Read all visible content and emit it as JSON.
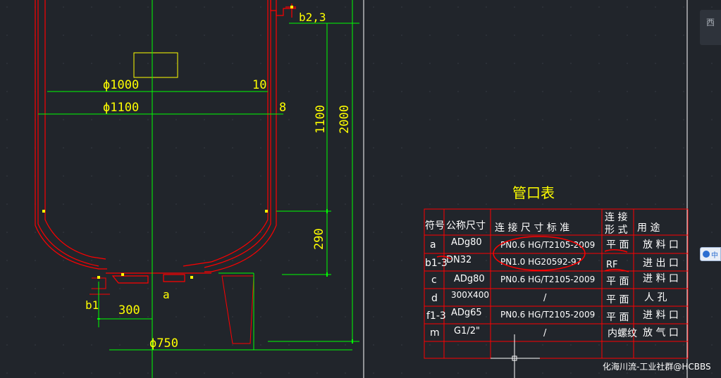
{
  "drawing": {
    "dims": {
      "d1000": "ϕ1000",
      "d1100": "ϕ1100",
      "d750": "ϕ750",
      "t10": "10",
      "t8": "8",
      "h1100": "1100",
      "h2000": "2000",
      "h290": "290",
      "w300": "300"
    },
    "labels": {
      "b23": "b2,3",
      "b1": "b1",
      "a": "a"
    }
  },
  "nozzle_table": {
    "title": "管口表",
    "headers": {
      "symbol": "符号",
      "size": "公称尺寸",
      "standard": "连 接 尺 寸 标 准",
      "form_line1": "连  接",
      "form_line2": "形  式",
      "use": "用   途"
    },
    "rows": [
      {
        "symbol": "a",
        "size": "ADg80",
        "standard": "PN0.6 HG/T2105-2009",
        "form": "平 面",
        "use": "放 料 口"
      },
      {
        "symbol": "b1-3",
        "size": "DN32",
        "standard": "PN1.0  HG20592-97",
        "form": "RF",
        "use": "进 出 口"
      },
      {
        "symbol": "c",
        "size": "ADg80",
        "standard": "PN0.6 HG/T2105-2009",
        "form": "平 面",
        "use": "进 料 口"
      },
      {
        "symbol": "d",
        "size": "300X400",
        "standard": "/",
        "form": "平 面",
        "use": "人  孔"
      },
      {
        "symbol": "f1-3",
        "size": "ADg65",
        "standard": "PN0.6 HG/T2105-2009",
        "form": "平 面",
        "use": "进 料 口"
      },
      {
        "symbol": "m",
        "size": "G1/2\"",
        "standard": "/",
        "form": "内螺纹",
        "use": "放 气 口"
      }
    ]
  },
  "ui": {
    "side_tab": "西",
    "lang_badge": "中",
    "watermark": "化海川流-工业社群@HCBBS"
  },
  "colors": {
    "background": "#21252b",
    "vessel": "#ff0000",
    "dimension": "#00ff00",
    "text": "#ffff00",
    "table_grid": "#ff0000",
    "table_text": "#ffffff",
    "markup": "#ff0000"
  }
}
